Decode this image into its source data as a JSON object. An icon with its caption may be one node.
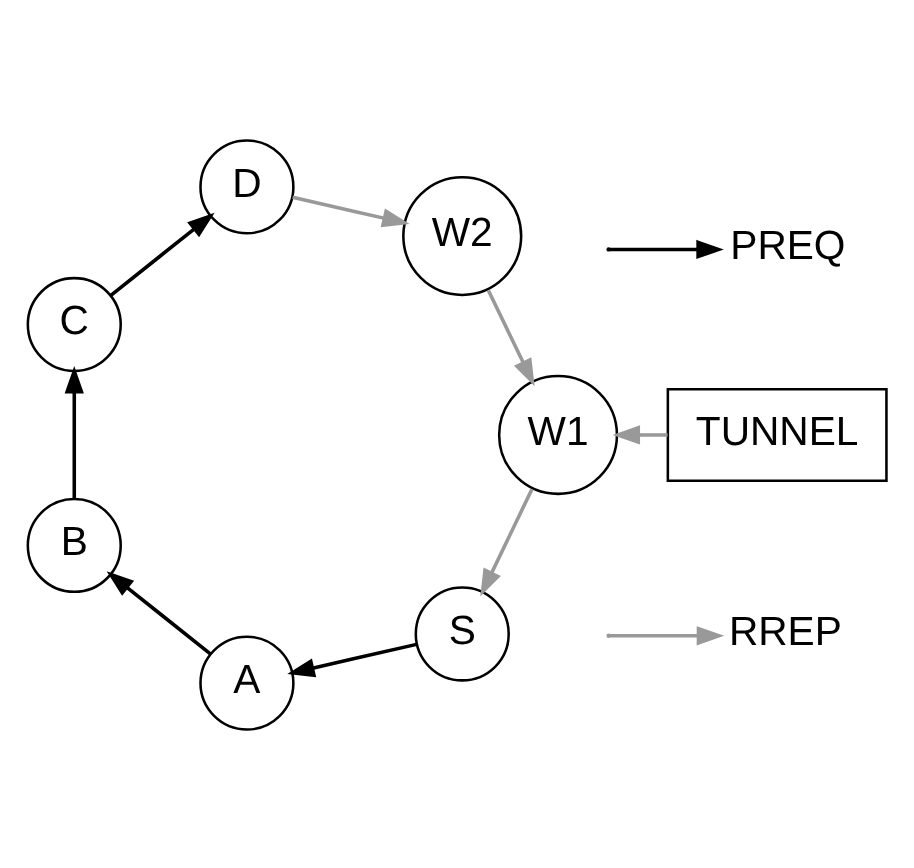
{
  "diagram": {
    "nodes": [
      {
        "text": [
          "S"
        ]
      },
      {
        "text": [
          "A"
        ]
      },
      {
        "text": [
          "B"
        ]
      },
      {
        "text": [
          "C"
        ]
      },
      {
        "text": [
          "D"
        ]
      },
      {
        "text": [
          "W1"
        ]
      },
      {
        "text": [
          "W2"
        ]
      },
      {
        "text": [
          "TUNNEL"
        ]
      }
    ],
    "edges": [
      {
        "from": 0,
        "to": 1,
        "arrow": "to"
      },
      {
        "from": 1,
        "to": 2,
        "arrow": "to"
      },
      {
        "from": 2,
        "to": 3,
        "arrow": "to"
      },
      {
        "from": 3,
        "to": 4,
        "arrow": "to"
      },
      {
        "from": 4,
        "to": 6,
        "arrow": "to",
        "color": "#999999"
      },
      {
        "from": 6,
        "to": 5,
        "arrow": "to",
        "color": "#999999"
      },
      {
        "from": 7,
        "to": 5,
        "arrow": "to",
        "color": "#999999"
      },
      {
        "from": 5,
        "to": 0,
        "arrow": "to",
        "color": "#999999"
      }
    ],
    "legend": [
      {
        "text": "PREQ"
      },
      {
        "text": "RREP"
      }
    ]
  }
}
